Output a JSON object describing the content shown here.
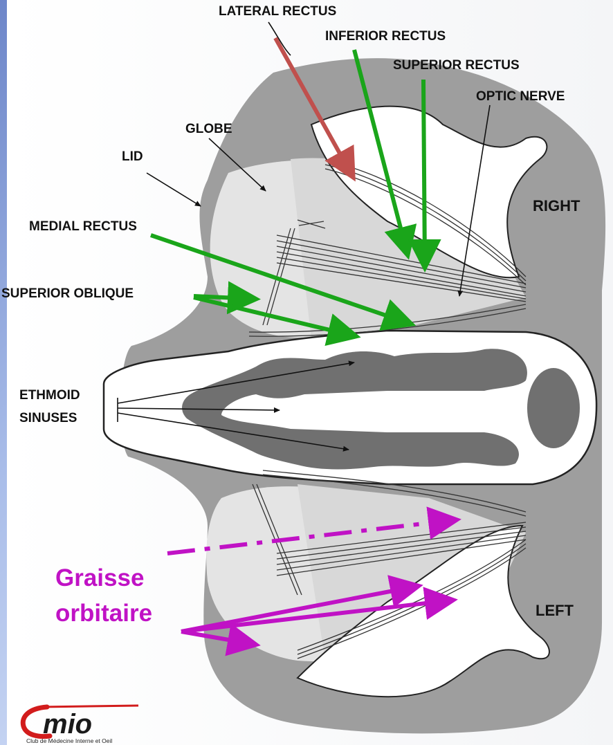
{
  "labels": {
    "lateral_rectus": "LATERAL RECTUS",
    "inferior_rectus": "INFERIOR RECTUS",
    "superior_rectus": "SUPERIOR RECTUS",
    "optic_nerve": "OPTIC NERVE",
    "globe": "GLOBE",
    "lid": "LID",
    "medial_rectus": "MEDIAL RECTUS",
    "superior_oblique": "SUPERIOR OBLIQUE",
    "ethmoid_line1": "ETHMOID",
    "ethmoid_line2": "SINUSES",
    "right": "RIGHT",
    "left": "LEFT"
  },
  "annotation": {
    "line1": "Graisse",
    "line2": "orbitaire"
  },
  "logo": {
    "wordmark": "mio",
    "tagline": "Club de Médecine Interne et Oeil"
  },
  "colors": {
    "lateral_rectus_arrow": "#c0504d",
    "muscle_arrows": "#1aa51a",
    "graisse_arrows": "#c012c5",
    "label_leaders": "#111111"
  }
}
